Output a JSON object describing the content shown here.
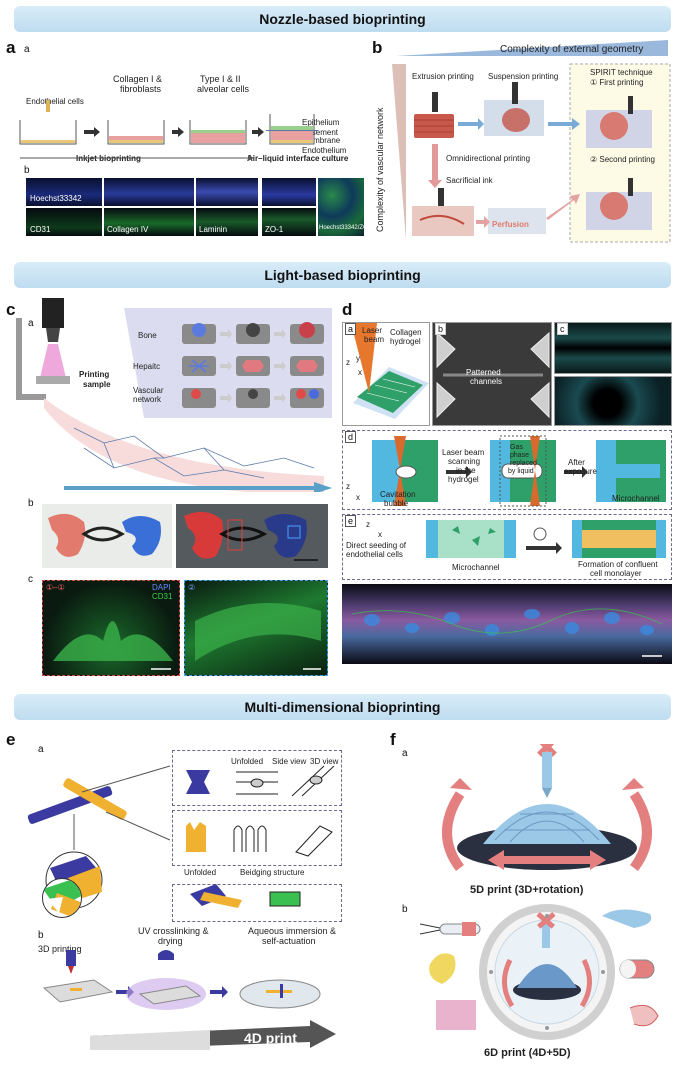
{
  "sections": {
    "nozzle": "Nozzle-based bioprinting",
    "light": "Light-based bioprinting",
    "multi": "Multi-dimensional bioprinting"
  },
  "panel_a": {
    "letter": "a",
    "sub_a": "a",
    "sub_b": "b",
    "endothelial": "Endothelial cells",
    "collagen": "Collagen I &",
    "fibroblasts": "fibroblasts",
    "type": "Type I & II",
    "alveolar": "alveolar cells",
    "epithelium": "Epithelium",
    "basement1": "Basement",
    "basement2": "membrane",
    "endothelium": "Endothelium",
    "inkjet": "Inkjet bioprinting",
    "airliquid": "Air–liquid interface culture",
    "micro": [
      "Hoechst33342",
      "CD31",
      "Collagen IV",
      "Laminin",
      "ZO-1",
      "Hoechst33342/ZO-1"
    ]
  },
  "panel_b": {
    "letter": "b",
    "complexity_geom": "Complexity of external geometry",
    "complexity_vasc": "Complexity of vascular network",
    "extrusion": "Extrusion printing",
    "suspension": "Suspension printing",
    "spirit": "SPIRIT technique",
    "first": "① First printing",
    "second": "② Second printing",
    "omni": "Omnidirectional printing",
    "sacrificial": "Sacrificial ink",
    "perfusion": "Perfusion"
  },
  "panel_c": {
    "letter": "c",
    "sub_a": "a",
    "sub_b": "b",
    "sub_c": "c",
    "bone": "Bone",
    "hepatic": "Hepaitc",
    "vascular1": "Vascular",
    "vascular2": "network",
    "printing1": "Printing",
    "printing2": "sample",
    "dapi": "DAPI",
    "cd31": "CD31",
    "inset1": "①–①",
    "inset2": "②"
  },
  "panel_d": {
    "letter": "d",
    "sub_a": "a",
    "sub_b": "b",
    "sub_c": "c",
    "sub_d": "d",
    "sub_e": "e",
    "laser1": "Laser",
    "laser2": "beam",
    "collagen1": "Collagen",
    "collagen2": "hydrogel",
    "patterned1": "Patterned",
    "patterned2": "channels",
    "cavitation1": "Cavitation",
    "cavitation2": "bubble",
    "scan1": "Laser beam",
    "scan2": "scanning",
    "scan3": "in the",
    "scan4": "hydrogel",
    "gas1": "Gas",
    "gas2": "phase",
    "gas3": "replaced",
    "gas4": "by liquid",
    "after1": "After",
    "after2": "exposure",
    "microchannel": "Microchannel",
    "direct1": "Direct seeding of",
    "direct2": "endothelial cells",
    "microchannel2": "Microchannel",
    "formation1": "Formation of confluent",
    "formation2": "cell monolayer",
    "axis_z": "z",
    "axis_x": "x",
    "axis_y": "y"
  },
  "panel_e": {
    "letter": "e",
    "sub_a": "a",
    "sub_b": "b",
    "unfolded": "Unfolded",
    "side": "Side view",
    "view3d": "3D view",
    "unfolded2": "Unfolded",
    "beidging": "Beidging structure",
    "print3d": "3D printing",
    "uv1": "UV crosslinking &",
    "uv2": "drying",
    "aq1": "Aqueous immersion &",
    "aq2": "self-actuation",
    "print4d": "4D print"
  },
  "panel_f": {
    "letter": "f",
    "sub_a": "a",
    "sub_b": "b",
    "print5d": "5D print (3D+rotation)",
    "print6d": "6D print (4D+5D)"
  },
  "colors": {
    "banner": "#cde4f5",
    "vessel_red": "#e07070",
    "vessel_blue": "#3a6fd8",
    "hydrogel_green": "#2f9e6a",
    "laser_orange": "#e8772e",
    "ring_pink": "#e47f7f",
    "dome_blue": "#9cc8e8"
  }
}
